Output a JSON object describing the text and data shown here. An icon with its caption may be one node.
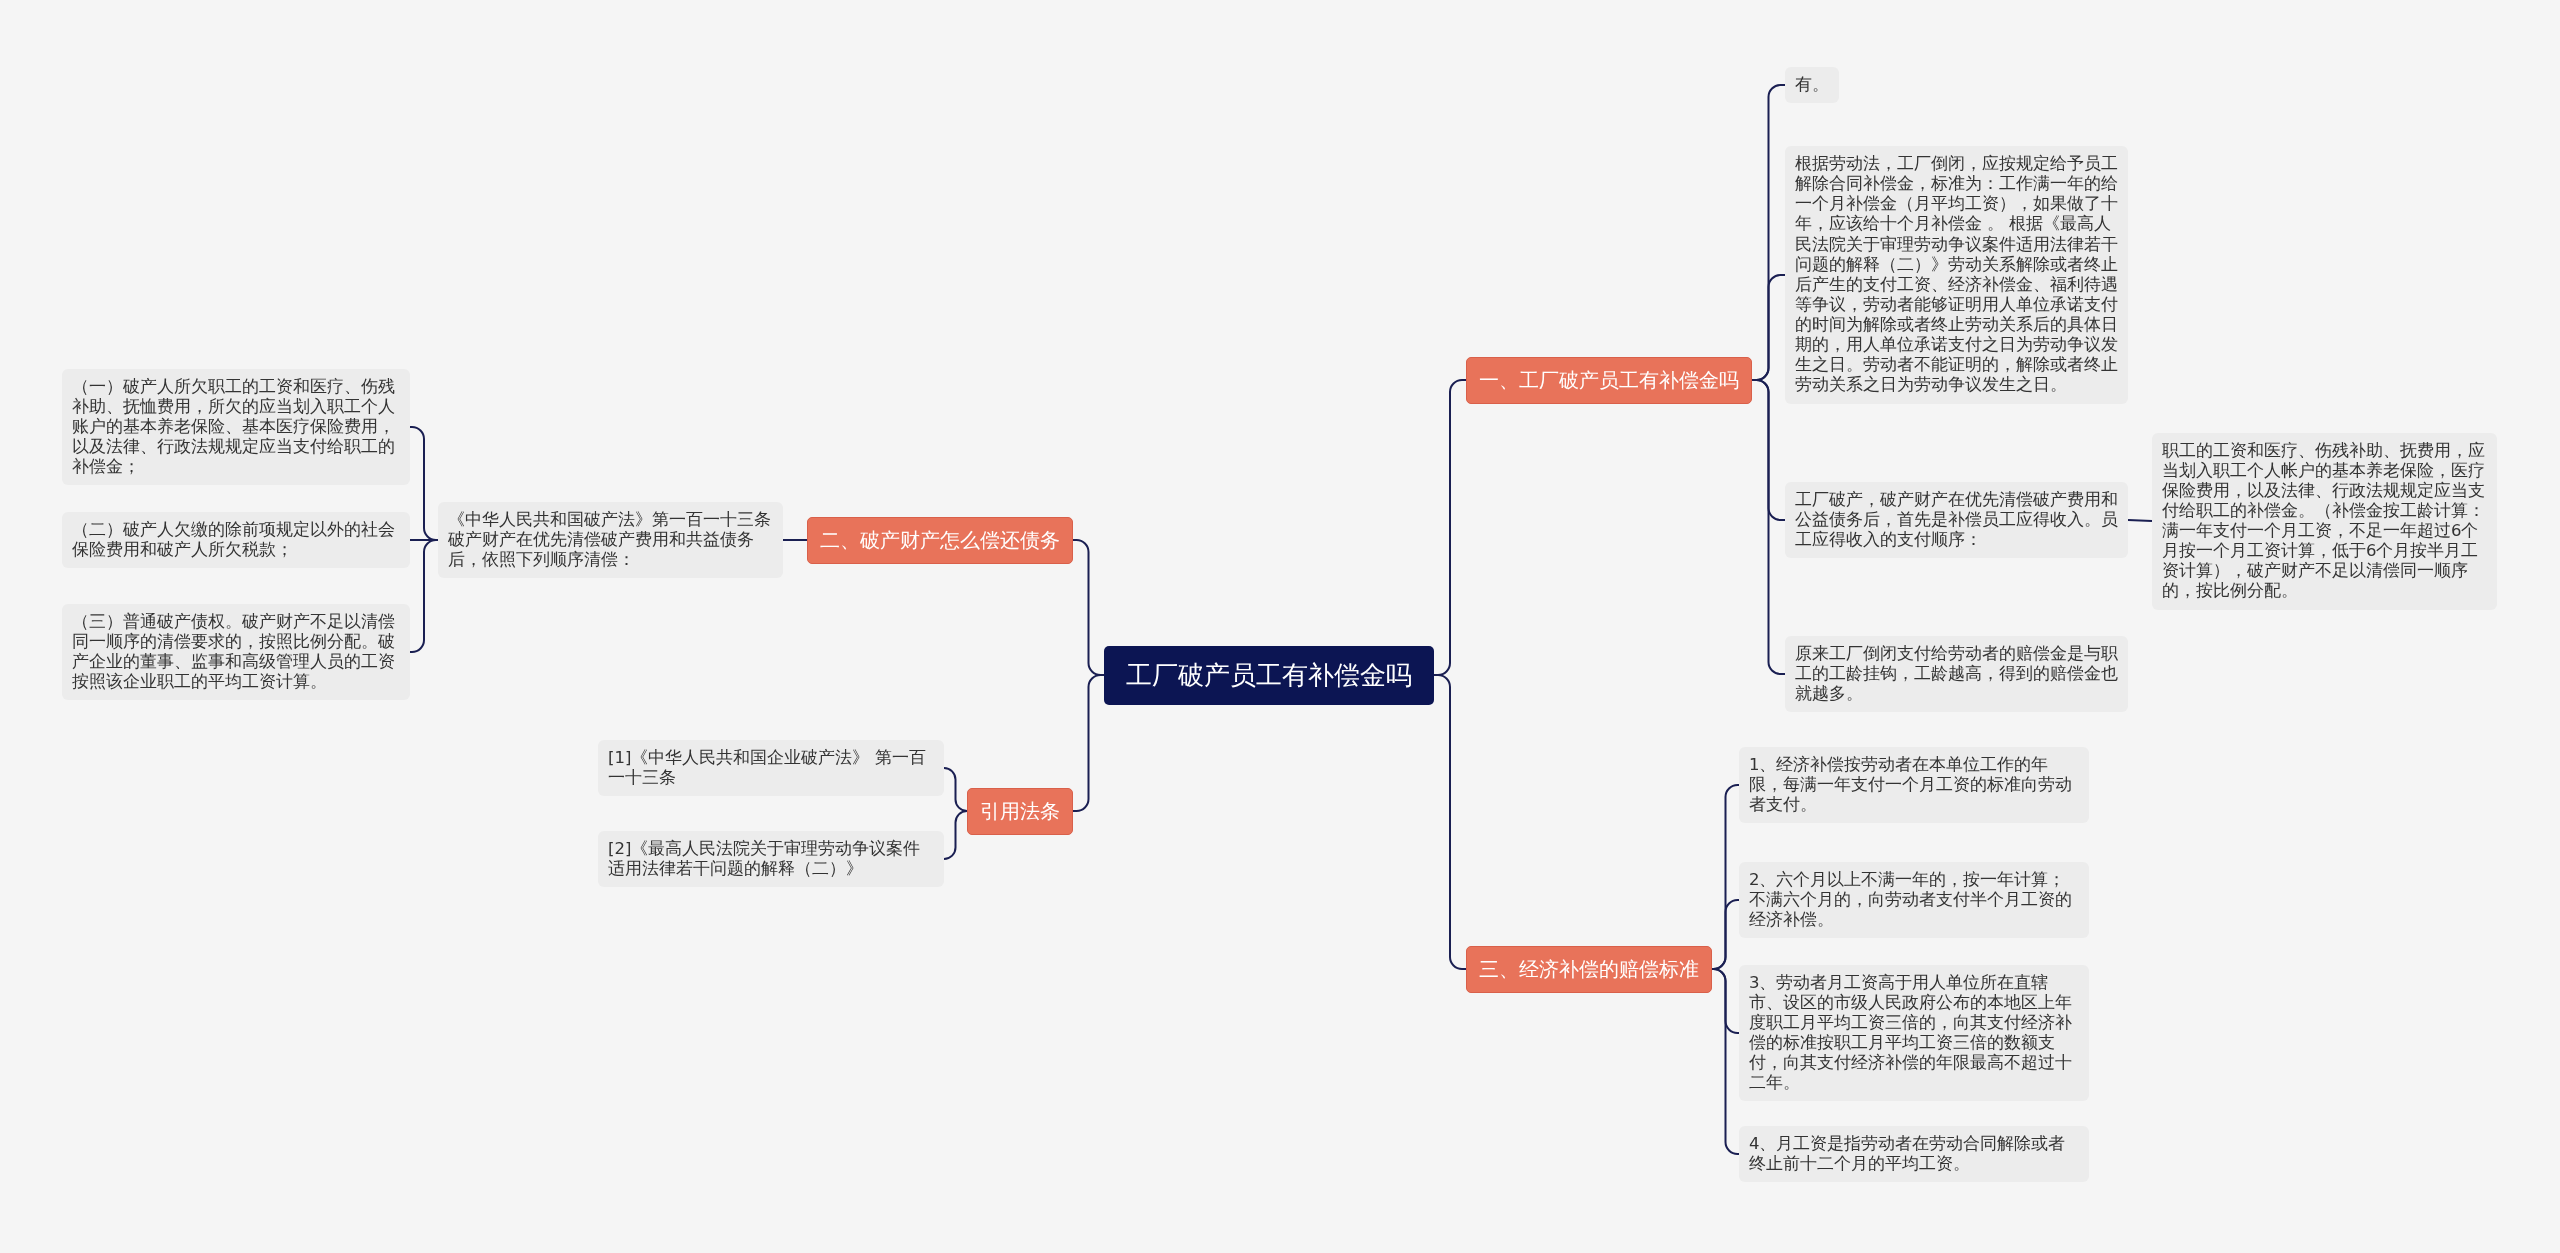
{
  "diagram": {
    "nodes": [
      {
        "text": [
          "工厂破产员工有补偿金吗"
        ]
      },
      {
        "text": [
          "一、工厂破产员工有补偿金吗"
        ]
      },
      {
        "text": [
          "有。"
        ]
      },
      {
        "text": [
          "根据劳动法，工厂倒闭，应按规定给予员工解除合同补偿金，标准为：工作满一年的给一个月补偿金（月平均工资），如果做了十年，应该给十个月补偿金 。 根据《最高人民法院关于审理劳动争议案件适用法律若干问题的解释（二）》劳动关系解除或者终止后产生的支付工资、经济补偿金、福利待遇等争议，劳动者能够证明用人单位承诺支付的时间为解除或者终止劳动关系后的具体日期的，用人单位承诺支付之日为劳动争议发生之日。劳动者不能证明的，解除或者终止劳动关系之日为劳动争议发生之日。"
        ]
      },
      {
        "text": [
          "工厂破产，破产财产在优先清偿破产费用和公益债务后，首先是补偿员工应得收入。员工应得收入的支付顺序："
        ]
      },
      {
        "text": [
          "职工的工资和医疗、伤残补助、抚费用，应当划入职工个人帐户的基本养老保险，医疗保险费用，以及法律、行政法规规定应当支付给职工的补偿金。（补偿金按工龄计算：满一年支付一个月工资，不足一年超过6个月按一个月工资计算，低于6个月按半月工资计算），破产财产不足以清偿同一顺序的，按比例分配。"
        ]
      },
      {
        "text": [
          "原来工厂倒闭支付给劳动者的赔偿金是与职工的工龄挂钩，工龄越高，得到的赔偿金也就越多。"
        ]
      },
      {
        "text": [
          "三、经济补偿的赔偿标准"
        ]
      },
      {
        "text": [
          "1、经济补偿按劳动者在本单位工作的年限，每满一年支付一个月工资的标准向劳动者支付。"
        ]
      },
      {
        "text": [
          "2、六个月以上不满一年的，按一年计算；不满六个月的，向劳动者支付半个月工资的经济补偿。"
        ]
      },
      {
        "text": [
          "3、劳动者月工资高于用人单位所在直辖市、设区的市级人民政府公布的本地区上年度职工月平均工资三倍的，向其支付经济补偿的标准按职工月平均工资三倍的数额支付，向其支付经济补偿的年限最高不超过十二年。"
        ]
      },
      {
        "text": [
          "4、月工资是指劳动者在劳动合同解除或者终止前十二个月的平均工资。"
        ]
      },
      {
        "text": [
          "二、破产财产怎么偿还债务"
        ]
      },
      {
        "text": [
          "《中华人民共和国破产法》第一百一十三条破产财产在优先清偿破产费用和共益债务后，依照下列顺序清偿："
        ]
      },
      {
        "text": [
          "（一）破产人所欠职工的工资和医疗、伤残补助、抚恤费用，所欠的应当划入职工个人账户的基本养老保险、基本医疗保险费用，以及法律、行政法规规定应当支付给职工的补偿金；"
        ]
      },
      {
        "text": [
          "（二）破产人欠缴的除前项规定以外的社会保险费用和破产人所欠税款；"
        ]
      },
      {
        "text": [
          "（三）普通破产债权。破产财产不足以清偿同一顺序的清偿要求的，按照比例分配。破产企业的董事、监事和高级管理人员的工资按照该企业职工的平均工资计算。"
        ]
      },
      {
        "text": [
          "引用法条"
        ]
      },
      {
        "text": [
          "[1]《中华人民共和国企业破产法》 第一百一十三条"
        ]
      },
      {
        "text": [
          "[2]《最高人民法院关于审理劳动争议案件适用法律若干问题的解释（二）》"
        ]
      }
    ],
    "edges": [
      {
        "from": 0,
        "to": 1,
        "arrow": "none"
      },
      {
        "from": 1,
        "to": 2,
        "arrow": "none"
      },
      {
        "from": 1,
        "to": 3,
        "arrow": "none"
      },
      {
        "from": 1,
        "to": 4,
        "arrow": "none"
      },
      {
        "from": 4,
        "to": 5,
        "arrow": "none"
      },
      {
        "from": 1,
        "to": 6,
        "arrow": "none"
      },
      {
        "from": 0,
        "to": 7,
        "arrow": "none"
      },
      {
        "from": 7,
        "to": 8,
        "arrow": "none"
      },
      {
        "from": 7,
        "to": 9,
        "arrow": "none"
      },
      {
        "from": 7,
        "to": 10,
        "arrow": "none"
      },
      {
        "from": 7,
        "to": 11,
        "arrow": "none"
      },
      {
        "from": 0,
        "to": 12,
        "arrow": "none"
      },
      {
        "from": 12,
        "to": 13,
        "arrow": "none"
      },
      {
        "from": 13,
        "to": 14,
        "arrow": "none"
      },
      {
        "from": 13,
        "to": 15,
        "arrow": "none"
      },
      {
        "from": 13,
        "to": 16,
        "arrow": "none"
      },
      {
        "from": 0,
        "to": 17,
        "arrow": "none"
      },
      {
        "from": 17,
        "to": 18,
        "arrow": "none"
      },
      {
        "from": 17,
        "to": 19,
        "arrow": "none"
      }
    ]
  }
}
